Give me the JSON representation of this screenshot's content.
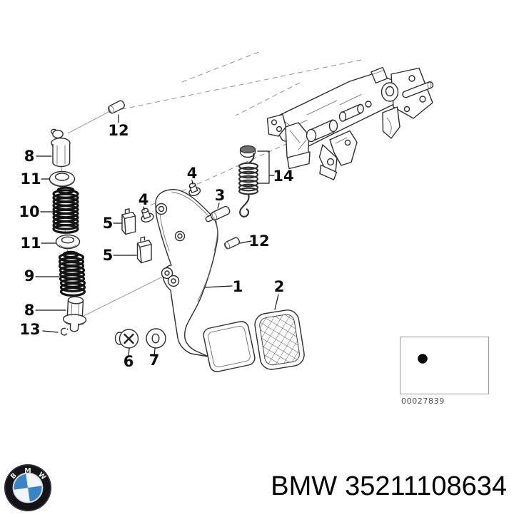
{
  "diagram": {
    "callouts": [
      "1",
      "2",
      "3",
      "4",
      "4",
      "5",
      "5",
      "6",
      "7",
      "8",
      "8",
      "9",
      "10",
      "11",
      "11",
      "12",
      "12",
      "13",
      "14"
    ],
    "image_number": "00027839"
  },
  "footer": {
    "brand": "BMW",
    "part_number": "35211108634",
    "logo_letters": [
      "B",
      "M",
      "W"
    ]
  },
  "colors": {
    "background": "#ffffff",
    "line": "#2e2e2e",
    "spring_dark": "#141414",
    "label_text": "#0c0c0c",
    "box_border": "#9a9a9a",
    "image_number_text": "#4d4d4d",
    "logo_ring": "#141418",
    "logo_blue": "#3b84c4",
    "logo_white": "#f2f5f7"
  }
}
